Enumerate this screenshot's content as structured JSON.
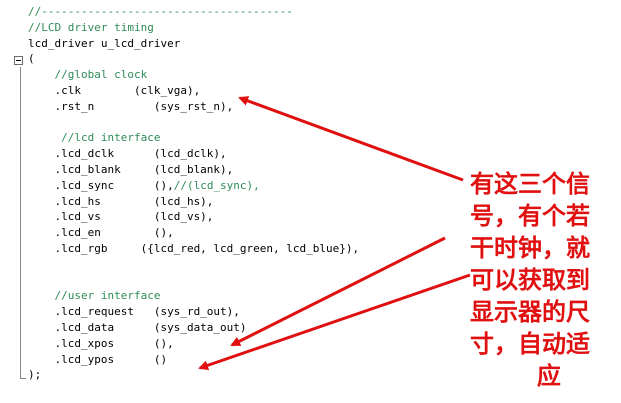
{
  "code_lines": [
    {
      "text": "//--------------------------------------",
      "type": "comment"
    },
    {
      "text": "//LCD driver timing",
      "type": "comment"
    },
    {
      "text": "lcd_driver u_lcd_driver",
      "type": "plain"
    },
    {
      "text": "(",
      "type": "plain"
    },
    {
      "text": "    //global clock",
      "type": "comment"
    },
    {
      "text": "    .clk        (clk_vga),",
      "type": "plain"
    },
    {
      "text": "    .rst_n         (sys_rst_n),",
      "type": "plain"
    },
    {
      "text": "",
      "type": "plain"
    },
    {
      "text": "     //lcd interface",
      "type": "comment"
    },
    {
      "text": "    .lcd_dclk      (lcd_dclk),",
      "type": "plain"
    },
    {
      "text": "    .lcd_blank     (lcd_blank),",
      "type": "plain"
    },
    {
      "text": "    .lcd_sync      (),//(lcd_sync),",
      "type": "mixed",
      "code": "    .lcd_sync      (),",
      "comment": "//(lcd_sync),"
    },
    {
      "text": "    .lcd_hs        (lcd_hs),",
      "type": "plain"
    },
    {
      "text": "    .lcd_vs        (lcd_vs),",
      "type": "plain"
    },
    {
      "text": "    .lcd_en        (),",
      "type": "plain"
    },
    {
      "text": "    .lcd_rgb     ({lcd_red, lcd_green, lcd_blue}),",
      "type": "plain"
    },
    {
      "text": "",
      "type": "plain"
    },
    {
      "text": "",
      "type": "plain"
    },
    {
      "text": "    //user interface",
      "type": "comment"
    },
    {
      "text": "    .lcd_request   (sys_rd_out),",
      "type": "plain"
    },
    {
      "text": "    .lcd_data      (sys_data_out)",
      "type": "plain"
    },
    {
      "text": "    .lcd_xpos      (),",
      "type": "plain"
    },
    {
      "text": "    .lcd_ypos      ()",
      "type": "plain"
    },
    {
      "text": ");",
      "type": "plain"
    }
  ],
  "annotation": {
    "lines": [
      "有这三个信",
      "号，有个若",
      "干时钟，就",
      "可以获取到",
      "显示器的尺",
      "寸，自动适",
      "        应"
    ]
  },
  "colors": {
    "comment": "#2e8b57",
    "annotation": "#e01010",
    "arrow": "#e01010"
  }
}
